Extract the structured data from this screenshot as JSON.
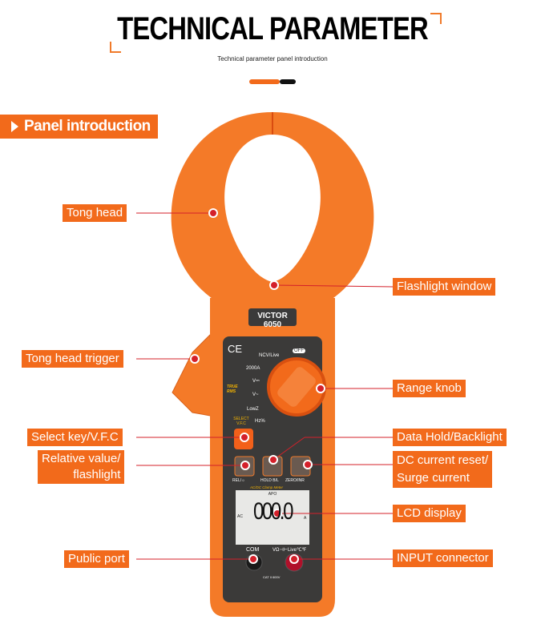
{
  "header": {
    "title": "TECHNICAL PARAMETER",
    "subtitle": "Technical parameter panel introduction",
    "accent_color": "#f26a1b"
  },
  "section": {
    "title": "Panel introduction"
  },
  "device": {
    "brand": "VICTOR 6050",
    "lcd_reading": "000.0",
    "lcd_left": "AC",
    "lcd_right": "A",
    "lcd_top": "APO",
    "port_com": "COM",
    "port_input": "VΩ⊣⊢Live℃℉",
    "buttons": [
      "REL/☼",
      "HOLD B/L",
      "ZERO/INR"
    ],
    "meter_type": "AC/DC Clamp Meter",
    "knob_positions": [
      "NCV/Live",
      "2000A",
      "V⎓",
      "V~",
      "LowZ",
      "Hz%",
      "OFF"
    ],
    "select_label": "SELECT V.F.C",
    "true_rms": "TRUE RMS",
    "ce": "CE",
    "cat": "CAT II 600V"
  },
  "callouts": {
    "left": [
      {
        "label": "Tong head"
      },
      {
        "label": "Tong head trigger"
      },
      {
        "label": "Select key/V.F.C"
      },
      {
        "label_line1": "Relative value/",
        "label_line2": "flashlight"
      },
      {
        "label": "Public port"
      }
    ],
    "right": [
      {
        "label": "Flashlight window"
      },
      {
        "label": "Range knob"
      },
      {
        "label": "Data Hold/Backlight"
      },
      {
        "label_line1": "DC current reset/",
        "label_line2": "Surge current"
      },
      {
        "label": "LCD display"
      },
      {
        "label": "INPUT connector"
      }
    ]
  }
}
